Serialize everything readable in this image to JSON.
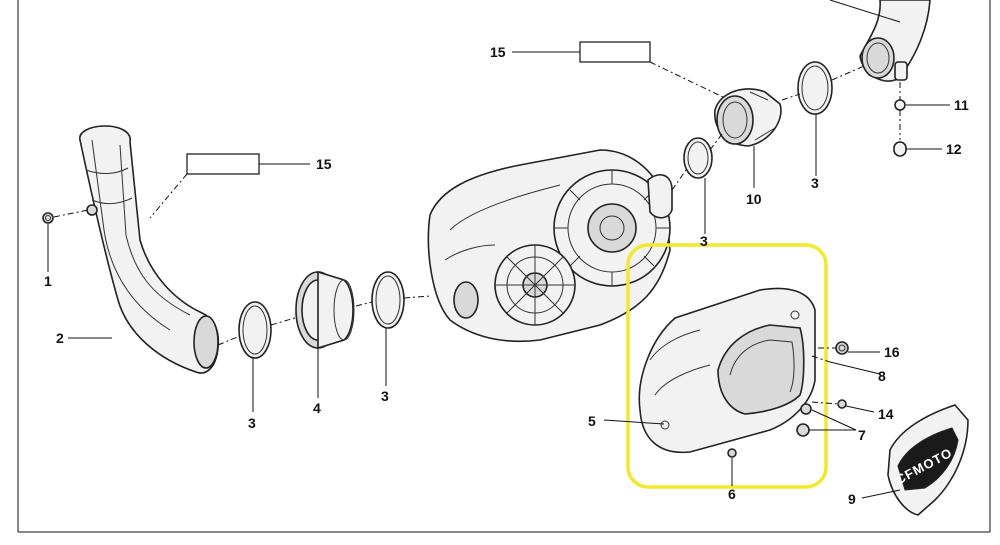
{
  "callouts": {
    "c1": "1",
    "c2": "2",
    "c3a": "3",
    "c3b": "3",
    "c3c": "3",
    "c3d": "3",
    "c4": "4",
    "c5": "5",
    "c6": "6",
    "c7": "7",
    "c8": "8",
    "c9": "9",
    "c10": "10",
    "c11": "11",
    "c12": "12",
    "c14": "14",
    "c15a": "15",
    "c15b": "15",
    "c16": "16"
  },
  "logo": "CFMOTO",
  "colors": {
    "highlight": "#f2e92a",
    "line": "#111111",
    "part_fill": "#f2f2f2"
  }
}
